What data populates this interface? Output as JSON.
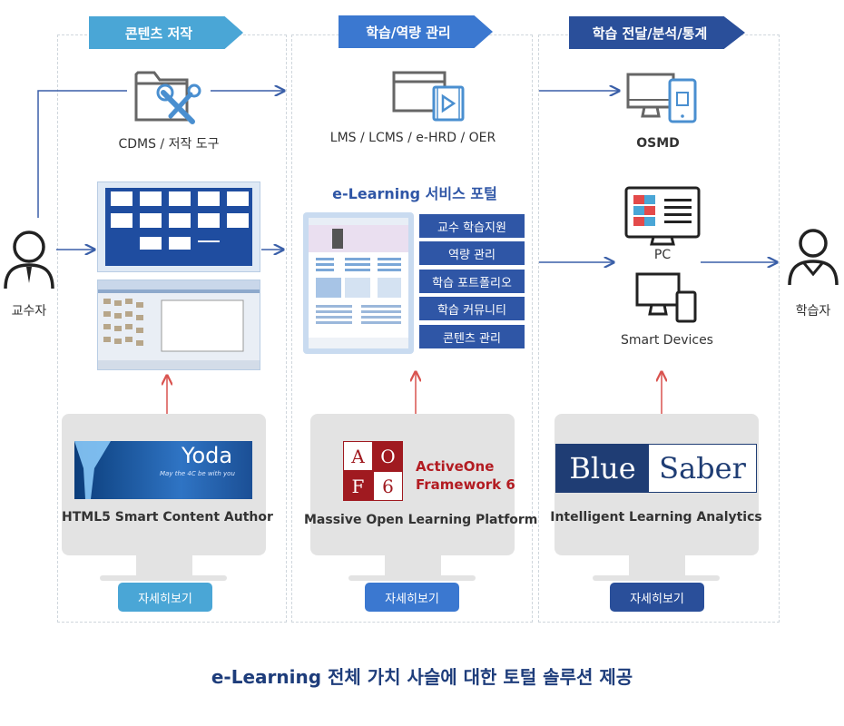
{
  "banners": {
    "authoring": "콘텐츠 저작",
    "management": "학습/역량 관리",
    "delivery": "학습 전달/분석/통계"
  },
  "actors": {
    "professor": "교수자",
    "learner": "학습자"
  },
  "col1": {
    "tool_label": "CDMS / 저작 도구",
    "product_name": "Yoda",
    "product_tagline": "May the 4C be with you",
    "product_desc": "HTML5 Smart Content Author",
    "detail_button": "자세히보기"
  },
  "col2": {
    "system_label": "LMS / LCMS / e-HRD / OER",
    "portal_title": "e-Learning 서비스 포털",
    "menu": [
      "교수 학습지원",
      "역량 관리",
      "학습 포트폴리오",
      "학습 커뮤니티",
      "콘텐츠 관리"
    ],
    "logo_letters": [
      "A",
      "O",
      "F",
      "6"
    ],
    "product_name_line1": "ActiveOne",
    "product_name_line2": "Framework 6",
    "product_desc": "Massive Open Learning Platform",
    "detail_button": "자세히보기"
  },
  "col3": {
    "osmd_label": "OSMD",
    "pc_label": "PC",
    "devices_label": "Smart Devices",
    "logo_left": "Blue",
    "logo_right": "Saber",
    "product_desc": "Intelligent Learning Analytics",
    "detail_button": "자세히보기"
  },
  "footer_title": "e-Learning 전체 가치 사슬에 대한 토털 솔루션 제공",
  "colors": {
    "banner_1": "#4aa6d6",
    "banner_2": "#3b78d0",
    "banner_3": "#2a4f9a",
    "menu": "#2f56a6",
    "arrow_blue": "#3a5fa8",
    "arrow_red": "#d9534f",
    "title": "#1e3d7b"
  }
}
